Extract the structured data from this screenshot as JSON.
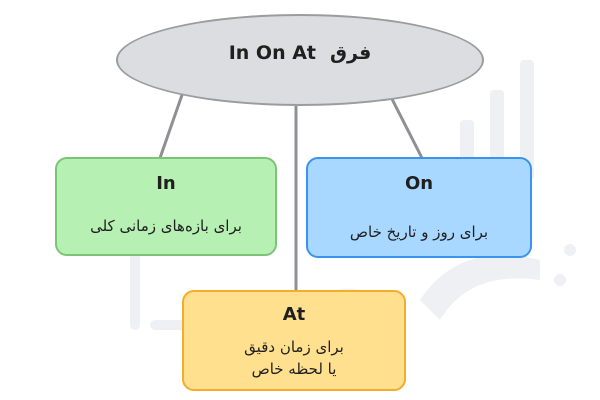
{
  "colors": {
    "ellipse_fill": "#dcdde0",
    "ellipse_border": "#9a9ca0",
    "in_fill": "#b6f0b3",
    "in_border": "#7ac475",
    "on_fill": "#a8d7ff",
    "on_border": "#3a93ec",
    "at_fill": "#ffe08f",
    "at_border": "#f2ad2a",
    "connector": "#8e9094"
  },
  "root": {
    "label_rtl": "فرق",
    "label_ltr": "In On At"
  },
  "nodes": {
    "in": {
      "title": "In",
      "description": "برای بازه‌های زمانی کلی"
    },
    "on": {
      "title": "On",
      "description": "برای روز و تاریخ خاص"
    },
    "at": {
      "title": "At",
      "description_line1": "برای زمان دقیق",
      "description_line2": "یا لحظه خاص"
    }
  }
}
